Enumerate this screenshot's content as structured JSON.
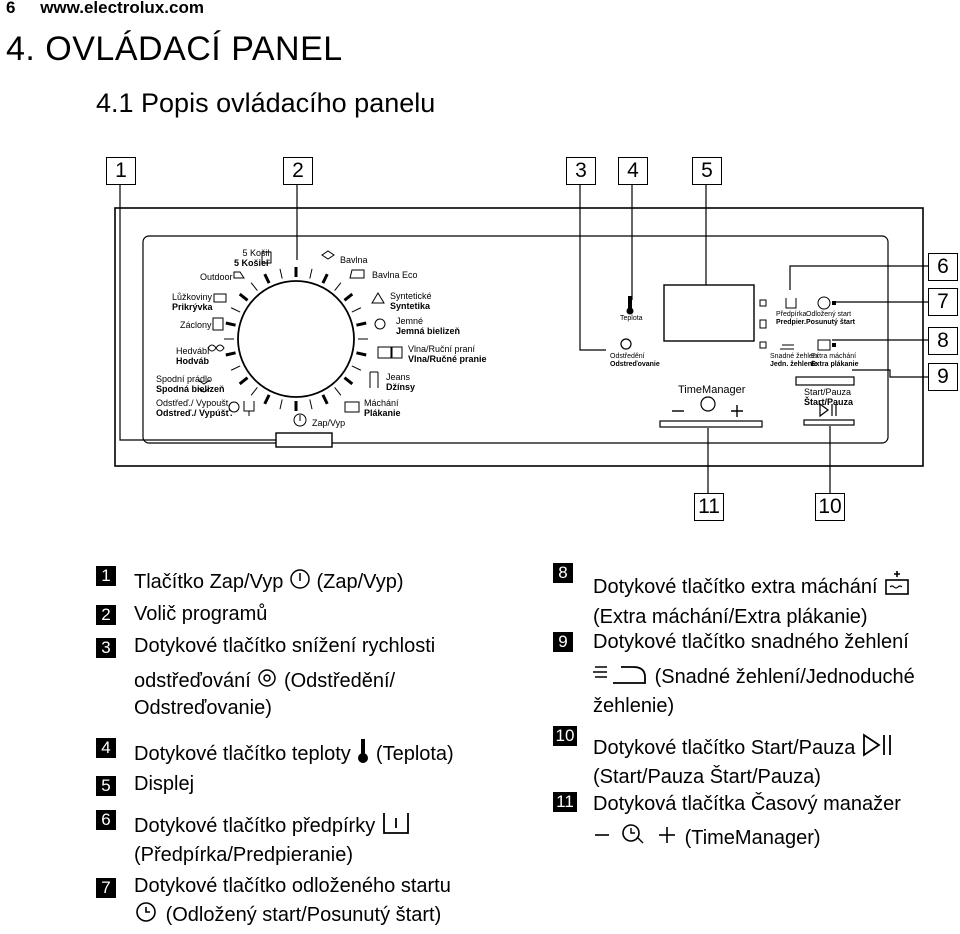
{
  "page": {
    "page_number": "6",
    "website": "www.electrolux.com",
    "chapter_title": "4. OVLÁDACÍ PANEL",
    "section_title": "4.1 Popis ovládacího panelu"
  },
  "callouts": [
    "1",
    "2",
    "3",
    "4",
    "5",
    "6",
    "7",
    "8",
    "9",
    "10",
    "11"
  ],
  "panel": {
    "programs_left": [
      {
        "l1": "5 Košil",
        "l2": "5 Košieľ"
      },
      {
        "l1": "Outdoor",
        "l2": ""
      },
      {
        "l1": "Lůžkoviny",
        "l2": "Prikrývka"
      },
      {
        "l1": "Záclony",
        "l2": ""
      },
      {
        "l1": "Hedvábí",
        "l2": "Hodváb"
      },
      {
        "l1": "Spodní prádlo",
        "l2": "Spodná bielizeň"
      },
      {
        "l1": "Odstřeď./ Vypoušt.",
        "l2": "Odstreď./ Vypúšť."
      }
    ],
    "programs_right": [
      {
        "l1": "Bavlna",
        "l2": ""
      },
      {
        "l1": "Bavlna Eco",
        "l2": ""
      },
      {
        "l1": "Syntetické",
        "l2": "Syntetika"
      },
      {
        "l1": "Jemné",
        "l2": "Jemná bielizeň"
      },
      {
        "l1": "Vlna/Ruční praní",
        "l2": "Vlna/Ručné pranie"
      },
      {
        "l1": "Jeans",
        "l2": "Džínsy"
      },
      {
        "l1": "Máchání",
        "l2": "Plákanie"
      }
    ],
    "onoff_label": "Zap/Vyp",
    "temp_label": "Teplota",
    "spin_label_1": "Odstředění",
    "spin_label_2": "Odstreďovanie",
    "timemanager_label": "TimeManager",
    "prewash_label_1": "Předpírka",
    "prewash_label_2": "Predpier.",
    "delay_label_1": "Odložený start",
    "delay_label_2": "Posunutý štart",
    "easyiron_label_1": "Snadné žehlení",
    "easyiron_label_2": "Jedn. žehlenie",
    "extrarinse_label_1": "Extra máchání",
    "extrarinse_label_2": "Extra plákanie",
    "startpause_label_1": "Start/Pauza",
    "startpause_label_2": "Štart/Pauza"
  },
  "legend_left": [
    {
      "num": "1",
      "lines": [
        "Tlačítko Zap/Vyp",
        "(Zap/Vyp)"
      ]
    },
    {
      "num": "2",
      "lines": [
        "Volič programů"
      ]
    },
    {
      "num": "3",
      "lines": [
        "Dotykové tlačítko snížení rychlosti",
        "odstřeďování",
        "(Odstředění/",
        "Odstreďovanie)"
      ]
    },
    {
      "num": "4",
      "lines": [
        "Dotykové tlačítko teploty",
        "(Teplota)"
      ]
    },
    {
      "num": "5",
      "lines": [
        "Displej"
      ]
    },
    {
      "num": "6",
      "lines": [
        "Dotykové tlačítko předpírky",
        "(Předpírka/Predpieranie)"
      ]
    },
    {
      "num": "7",
      "lines": [
        "Dotykové tlačítko odloženého startu",
        "(Odložený start/Posunutý štart)"
      ]
    }
  ],
  "legend_right": [
    {
      "num": "8",
      "lines": [
        "Dotykové tlačítko extra máchání",
        "(Extra máchání/Extra plákanie)"
      ]
    },
    {
      "num": "9",
      "lines": [
        "Dotykové tlačítko snadného žehlení",
        "(Snadné žehlení/Jednoduché",
        "žehlenie)"
      ]
    },
    {
      "num": "10",
      "lines": [
        "Dotykové tlačítko Start/Pauza",
        "(Start/Pauza Štart/Pauza)"
      ]
    },
    {
      "num": "11",
      "lines": [
        "Dotyková tlačítka Časový manažer",
        "(TimeManager)"
      ]
    }
  ]
}
